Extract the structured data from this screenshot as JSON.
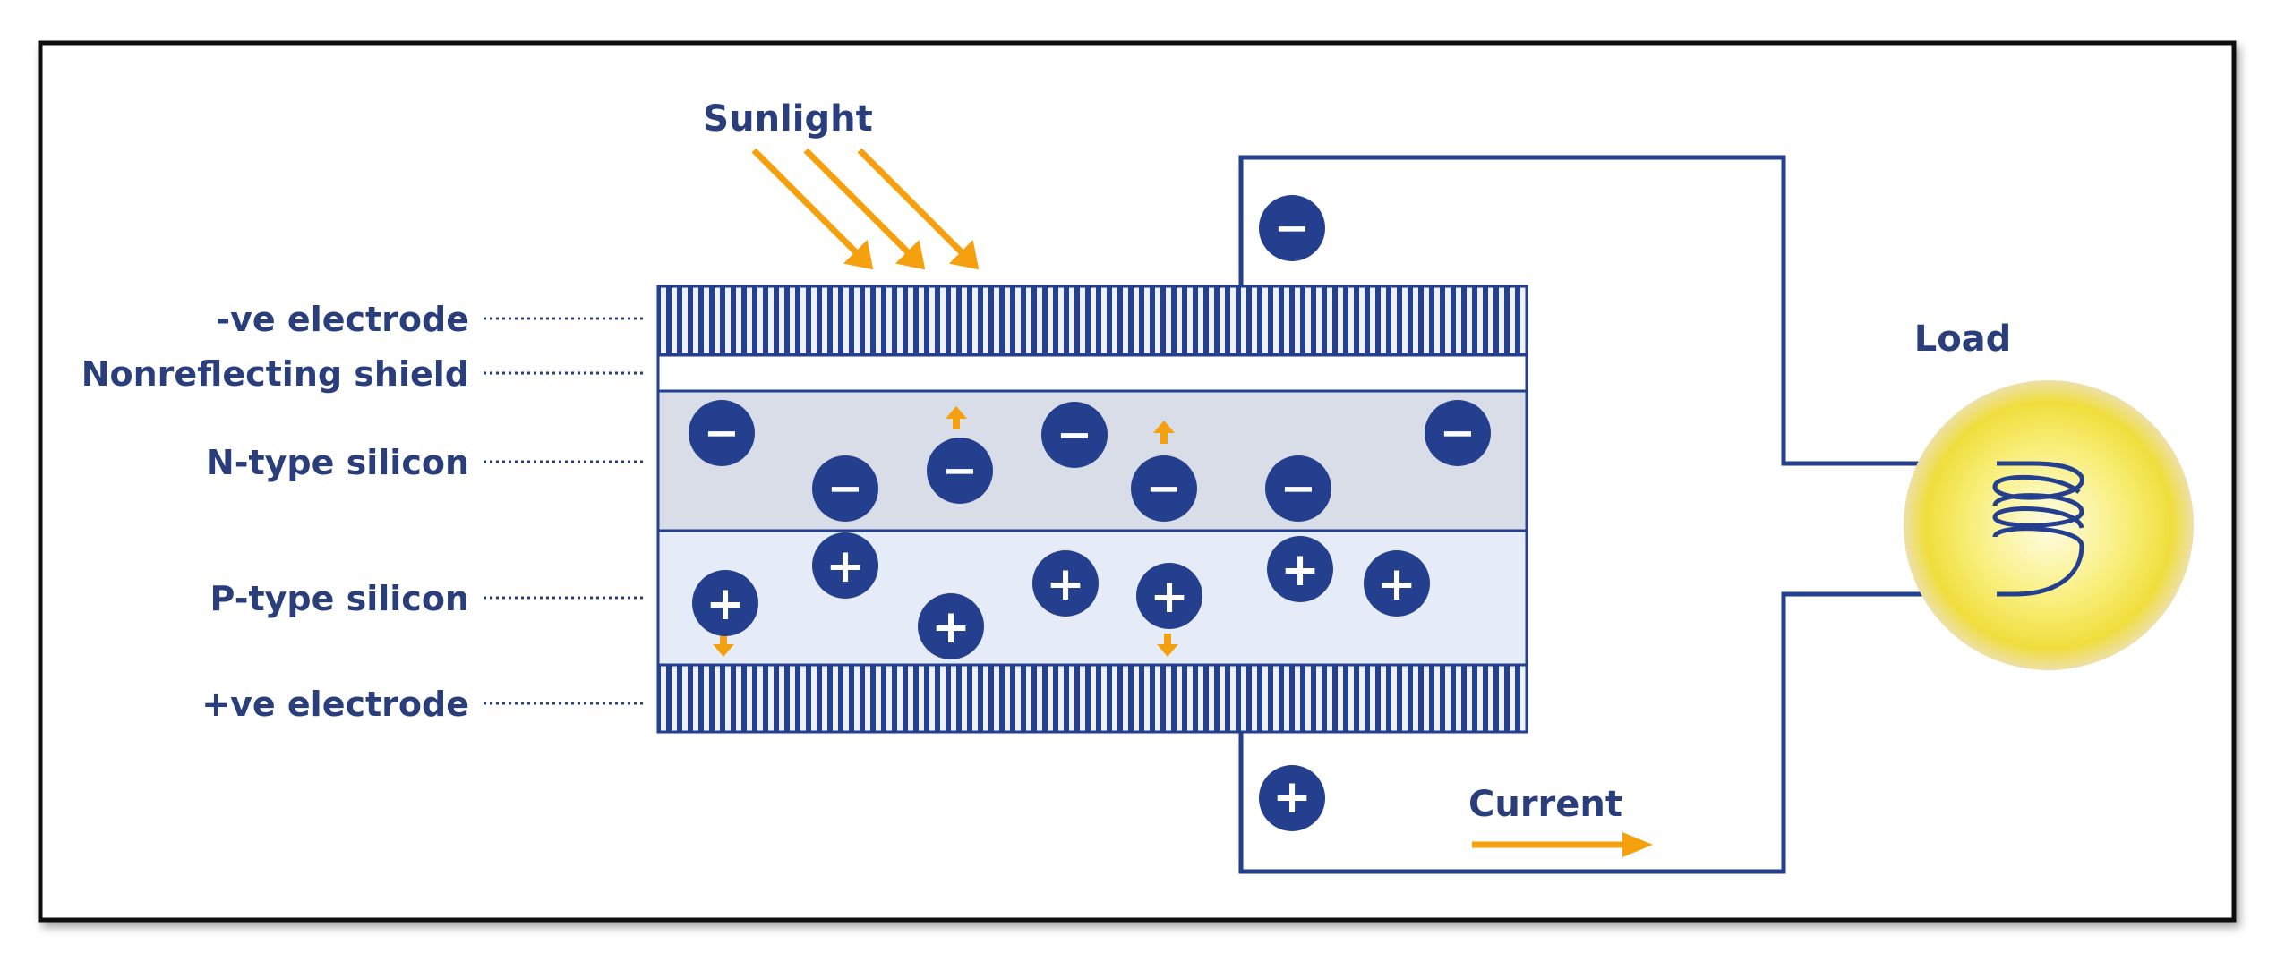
{
  "labels": {
    "sunlight": "Sunlight",
    "neg_electrode": "-ve electrode",
    "shield": "Nonreflecting shield",
    "n_type": "N-type silicon",
    "p_type": "P-type silicon",
    "pos_electrode": "+ve electrode",
    "load": "Load",
    "current": "Current"
  },
  "symbols": {
    "minus": "−",
    "plus": "+"
  },
  "colors": {
    "navy": "#233f8e",
    "label_text": "#2a3e7c",
    "arrow_orange": "#f5a00e",
    "n_layer_fill": "#d9dde8",
    "p_layer_fill": "#e6ebf8",
    "frame_border": "#111111",
    "bulb_core": "#fffde6",
    "bulb_glow": "#f0de3c",
    "bulb_edge": "#ede0a8"
  },
  "icons": {
    "sunlight_rays": "sunlight-arrow-icon",
    "electron": "minus-circle-icon",
    "hole": "plus-circle-icon",
    "load": "light-bulb-icon",
    "current": "right-arrow-icon"
  }
}
